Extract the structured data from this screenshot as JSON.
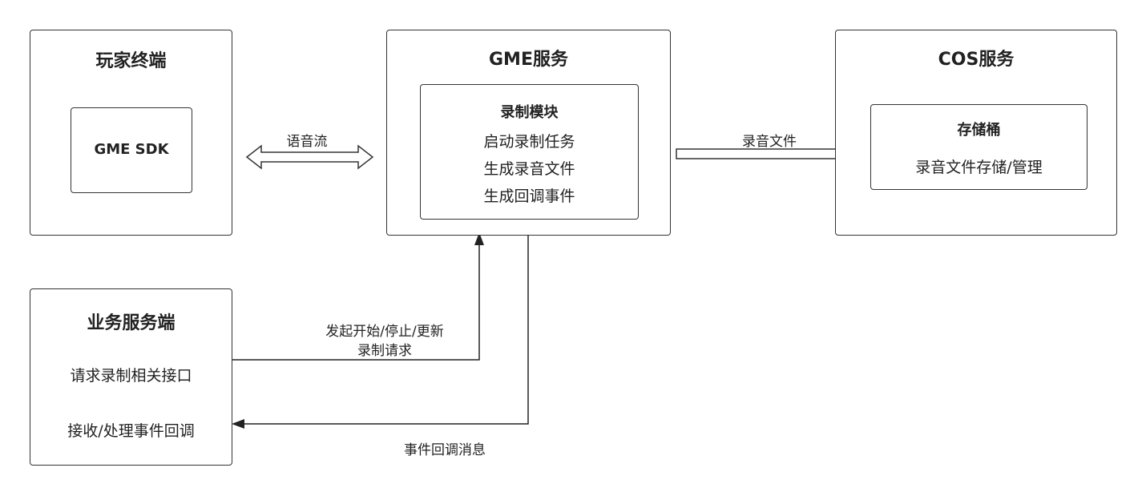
{
  "player": {
    "title": "玩家终端",
    "sdk_label": "GME SDK"
  },
  "gme": {
    "title": "GME服务",
    "module": {
      "title": "录制模块",
      "lines": [
        "启动录制任务",
        "生成录音文件",
        "生成回调事件"
      ]
    }
  },
  "cos": {
    "title": "COS服务",
    "bucket": {
      "title": "存储桶",
      "line": "录音文件存储/管理"
    }
  },
  "business": {
    "title": "业务服务端",
    "lines": [
      "请求录制相关接口",
      "接收/处理事件回调"
    ]
  },
  "edges": {
    "voice_stream": "语音流",
    "record_file": "录音文件",
    "request_line1": "发起开始/停止/更新",
    "request_line2": "录制请求",
    "callback_msg": "事件回调消息"
  }
}
